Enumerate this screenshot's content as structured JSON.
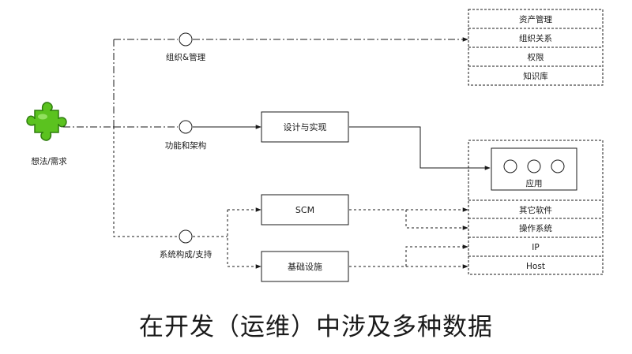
{
  "source": {
    "label": "想法/需求"
  },
  "nodes": {
    "org": "组织&管理",
    "func": "功能和架构",
    "sys": "系统构成/支持"
  },
  "boxes": {
    "design": "设计与实现",
    "scm": "SCM",
    "infra": "基础设施"
  },
  "data_stack_top": [
    "资产管理",
    "组织关系",
    "权限",
    "知识库"
  ],
  "data_stack_bottom": {
    "app": "应用",
    "rows": [
      "其它软件",
      "操作系统",
      "IP",
      "Host"
    ]
  },
  "caption": "在开发（运维）中涉及多种数据",
  "colors": {
    "line": "#1a1a1a",
    "puzzle": "#5bc21f",
    "puzzle_dark": "#2f7d0f"
  }
}
